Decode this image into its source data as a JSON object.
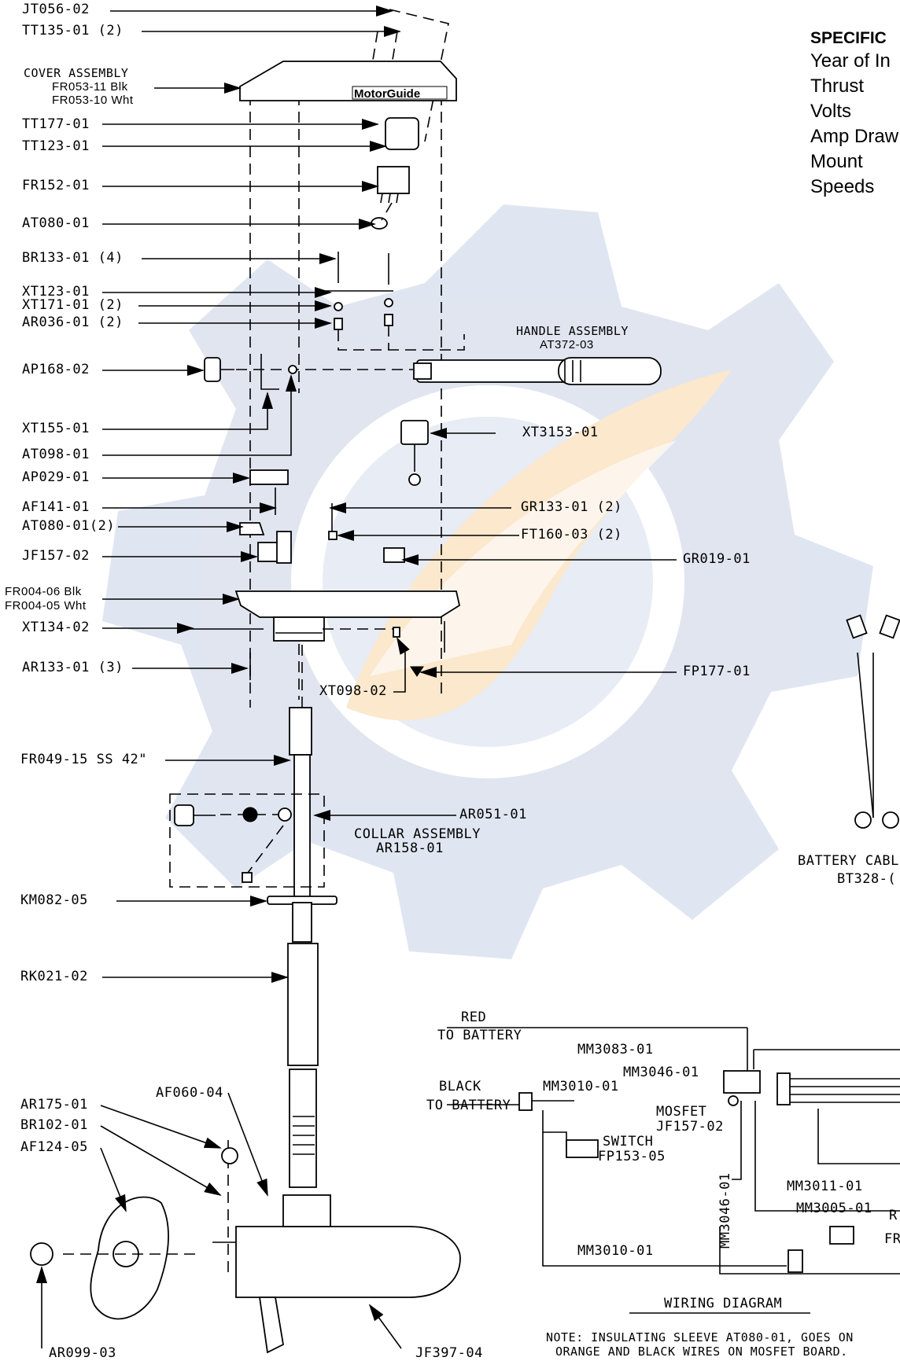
{
  "labels": {
    "jt056_02": "JT056-02",
    "tt135_01": "TT135-01 (2)",
    "cover_assembly": "COVER ASSEMBLY",
    "fr053_11": "FR053-11 Blk",
    "fr053_10": "FR053-10 Wht",
    "tt177_01": "TT177-01",
    "tt123_01": "TT123-01",
    "fr152_01": "FR152-01",
    "at080_01": "AT080-01",
    "br133_01": "BR133-01 (4)",
    "xt123_01": "XT123-01",
    "xt171_01": "XT171-01 (2)",
    "ar036_01": "AR036-01 (2)",
    "handle_assembly": "HANDLE ASSEMBLY",
    "at372_03": "AT372-03",
    "ap168_02": "AP168-02",
    "xt155_01": "XT155-01",
    "xt3153_01": "XT3153-01",
    "at098_01": "AT098-01",
    "ap029_01": "AP029-01",
    "af141_01": "AF141-01",
    "gr133_01": "GR133-01 (2)",
    "at080_01_2": "AT080-01(2)",
    "ft160_03": "FT160-03 (2)",
    "jf157_02": "JF157-02",
    "gr019_01": "GR019-01",
    "fr004_06": "FR004-06 Blk",
    "fr004_05": "FR004-05 Wht",
    "xt134_02": "XT134-02",
    "ar133_01": "AR133-01 (3)",
    "fp177_01": "FP177-01",
    "xt098_02": "XT098-02",
    "fr049_15": "FR049-15 SS 42\"",
    "ar051_01": "AR051-01",
    "collar_assembly": "COLLAR ASSEMBLY",
    "ar158_01": "AR158-01",
    "km082_05": "KM082-05",
    "rk021_02": "RK021-02",
    "af060_04": "AF060-04",
    "ar175_01": "AR175-01",
    "br102_01": "BR102-01",
    "af124_05": "AF124-05",
    "ar099_03": "AR099-03",
    "jf397_04": "JF397-04",
    "battery_cable": "BATTERY CABL",
    "bt328": "BT328-(",
    "cover_logo": "MotorGuide"
  },
  "specs": {
    "title": "SPECIFIC",
    "year": "Year of In",
    "thrust": "Thrust",
    "volts": "Volts",
    "amp": "Amp Draw",
    "mount": "Mount",
    "speeds": "Speeds"
  },
  "wiring": {
    "red": "RED",
    "to_battery_1": "TO BATTERY",
    "black": "BLACK",
    "to_battery_2": "TO BATTERY",
    "mm3083": "MM3083-01",
    "mm3046_a": "MM3046-01",
    "mm3010_a": "MM3010-01",
    "mosfet": "MOSFET",
    "jf157": "JF157-02",
    "switch": "SWITCH",
    "fp153": "FP153-05",
    "mm3046_v": "MM3046-01",
    "mm3011": "MM3011-01",
    "mm3005": "MM3005-01",
    "r_frag": "R",
    "fr_frag": "FR",
    "mm3010_b": "MM3010-01",
    "title": "WIRING DIAGRAM",
    "note_1": "NOTE: INSULATING SLEEVE AT080-01, GOES ON",
    "note_2": "ORANGE AND BLACK WIRES ON MOSFET BOARD."
  },
  "colors": {
    "watermark_blue": "#dde3ef",
    "watermark_orange": "#fbe6c8"
  }
}
